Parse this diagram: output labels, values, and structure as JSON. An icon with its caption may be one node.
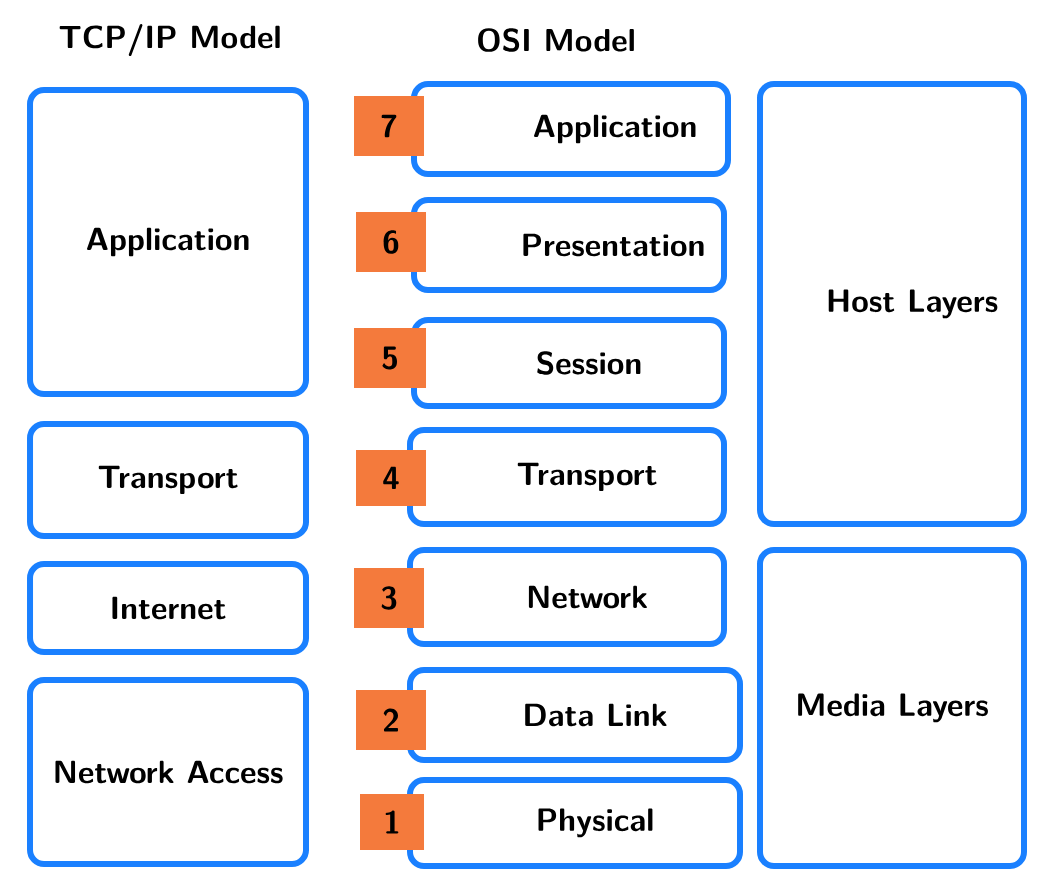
{
  "diagram": {
    "nodes": [
      {
        "text": [
          "Application"
        ]
      },
      {
        "text": [
          "Transport"
        ]
      },
      {
        "text": [
          "Internet"
        ]
      },
      {
        "text": [
          "Network Access"
        ]
      },
      {
        "text": [
          "Application"
        ]
      },
      {
        "text": [
          "Presentation"
        ]
      },
      {
        "text": [
          "Session"
        ]
      },
      {
        "text": [
          "Transport"
        ]
      },
      {
        "text": [
          "Network"
        ]
      },
      {
        "text": [
          "Data Link"
        ]
      },
      {
        "text": [
          "Physical"
        ]
      },
      {
        "text": [
          "7"
        ]
      },
      {
        "text": [
          "6"
        ]
      },
      {
        "text": [
          "5"
        ]
      },
      {
        "text": [
          "4"
        ]
      },
      {
        "text": [
          "3"
        ]
      },
      {
        "text": [
          "2"
        ]
      },
      {
        "text": [
          "1"
        ]
      },
      {
        "text": [
          "Host Layers"
        ]
      },
      {
        "text": [
          "Media Layers"
        ]
      }
    ],
    "labels": [
      "TCP/IP Model",
      "OSI Model"
    ]
  }
}
